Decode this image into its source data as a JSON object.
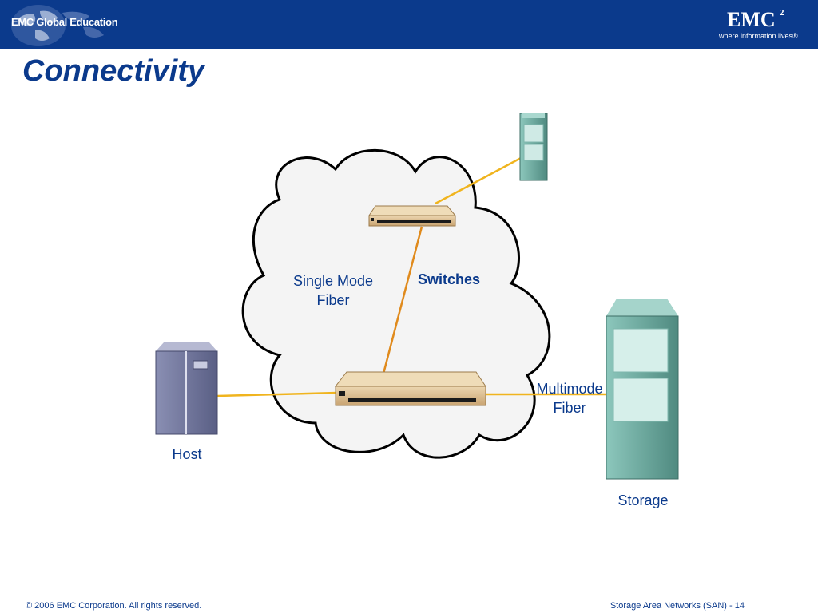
{
  "header": {
    "edu_logo_text": "EMC Global Education",
    "brand_mark": "EMC",
    "brand_superscript": "2",
    "brand_tagline": "where information lives®"
  },
  "slide": {
    "title": "Connectivity"
  },
  "diagram": {
    "labels": {
      "single_mode_line1": "Single Mode",
      "single_mode_line2": "Fiber",
      "switches": "Switches",
      "multimode_line1": "Multimode",
      "multimode_line2": "Fiber",
      "host": "Host",
      "storage": "Storage"
    },
    "colors": {
      "cloud_fill": "#f4f4f4",
      "multimode_link": "#f0b41e",
      "single_mode_link": "#e08a1c",
      "switch_tan": "#d8b98c",
      "host_purple": "#6a6f95",
      "storage_teal": "#5c9a90"
    }
  },
  "footer": {
    "copyright": "© 2006 EMC Corporation. All rights reserved.",
    "course": "Storage Area Networks (SAN)",
    "page_sep": " - ",
    "page_number": "14"
  }
}
